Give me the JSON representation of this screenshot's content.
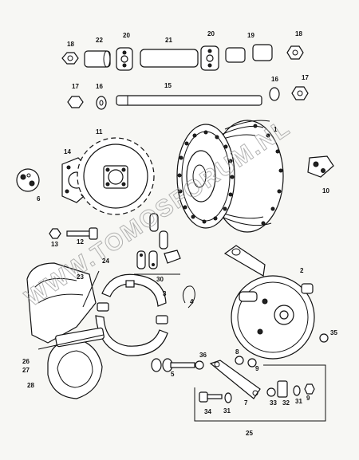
{
  "watermark": "WWW.TOMOSFORUM.NL",
  "part_labels": {
    "p1": "1",
    "p2": "2",
    "p3": "3",
    "p4": "4",
    "p5": "5",
    "p6": "6",
    "p7": "7",
    "p8": "8",
    "p9a": "9",
    "p9b": "9",
    "p10": "10",
    "p11": "11",
    "p12": "12",
    "p13": "13",
    "p14": "14",
    "p15": "15",
    "p16a": "16",
    "p16b": "16",
    "p17a": "17",
    "p17b": "17",
    "p18a": "18",
    "p18b": "18",
    "p19": "19",
    "p20a": "20",
    "p20b": "20",
    "p21": "21",
    "p22": "22",
    "p23": "23",
    "p24": "24",
    "p25": "25",
    "p26": "26",
    "p27": "27",
    "p28": "28",
    "p30": "30",
    "p31a": "31",
    "p31b": "31",
    "p32": "32",
    "p33": "33",
    "p34": "34",
    "p35": "35",
    "p36": "36"
  }
}
